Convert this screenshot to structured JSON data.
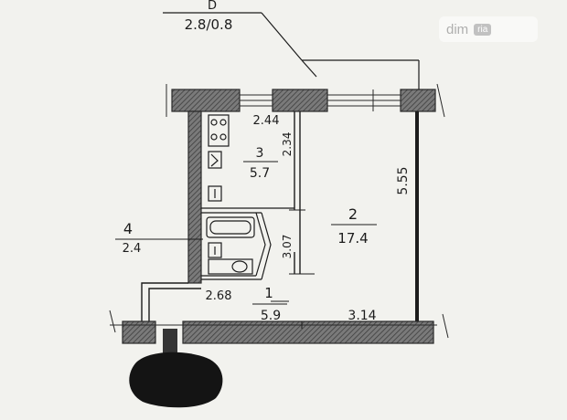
{
  "plan": {
    "balcony_code": "D",
    "balcony_size": "2.8/0.8",
    "rooms": [
      {
        "number": "1",
        "area": "5.9"
      },
      {
        "number": "2",
        "area": "17.4"
      },
      {
        "number": "3",
        "area": "5.7"
      },
      {
        "number": "4",
        "area": "2.4"
      }
    ],
    "dimensions": {
      "kitchen_width": "2.44",
      "kitchen_depth": "2.34",
      "room_depth": "5.55",
      "room_width": "3.14",
      "hall_width": "2.68",
      "hall_depth": "3.07"
    }
  },
  "watermark": {
    "brand": "dim",
    "suffix": "ria"
  },
  "colors": {
    "wall": "#5a5a5a",
    "ink": "#1c1c1c",
    "paper": "#f2f2ee",
    "redaction": "#141414"
  }
}
